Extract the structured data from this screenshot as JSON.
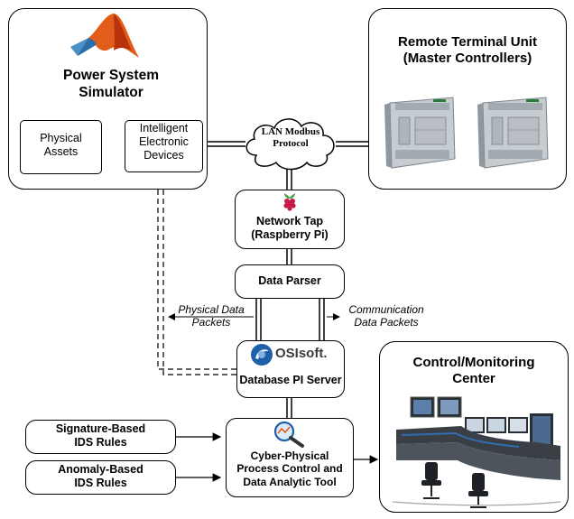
{
  "power_sim": {
    "title_line1": "Power System",
    "title_line2": "Simulator",
    "physical_assets_line1": "Physical",
    "physical_assets_line2": "Assets",
    "ied_line1": "Intelligent",
    "ied_line2": "Electronic",
    "ied_line3": "Devices"
  },
  "rtu": {
    "title_line1": "Remote Terminal Unit",
    "title_line2": "(Master Controllers)"
  },
  "lan": {
    "line1": "LAN Modbus",
    "line2": "Protocol"
  },
  "network_tap": {
    "line1": "Network Tap",
    "line2": "(Raspberry Pi)"
  },
  "data_parser": "Data Parser",
  "physical_packets": {
    "line1": "Physical Data",
    "line2": "Packets"
  },
  "communication_packets": {
    "line1": "Communication",
    "line2": "Data Packets"
  },
  "pi_server": {
    "logo_text": "OSIsoft.",
    "label": "Database PI Server"
  },
  "control_center": {
    "line1": "Control/Monitoring",
    "line2": "Center"
  },
  "signature_rules": {
    "line1": "Signature-Based",
    "line2": "IDS Rules"
  },
  "anomaly_rules": {
    "line1": "Anomaly-Based",
    "line2": "IDS Rules"
  },
  "analytic_tool": {
    "line1": "Cyber-Physical",
    "line2": "Process Control and",
    "line3": "Data Analytic Tool"
  },
  "colors": {
    "matlab_orange": "#e35d1a",
    "raspberry_red": "#c51a4a",
    "osisoft_blue": "#1f5fa8",
    "plc_gray": "#9aa3aa"
  }
}
